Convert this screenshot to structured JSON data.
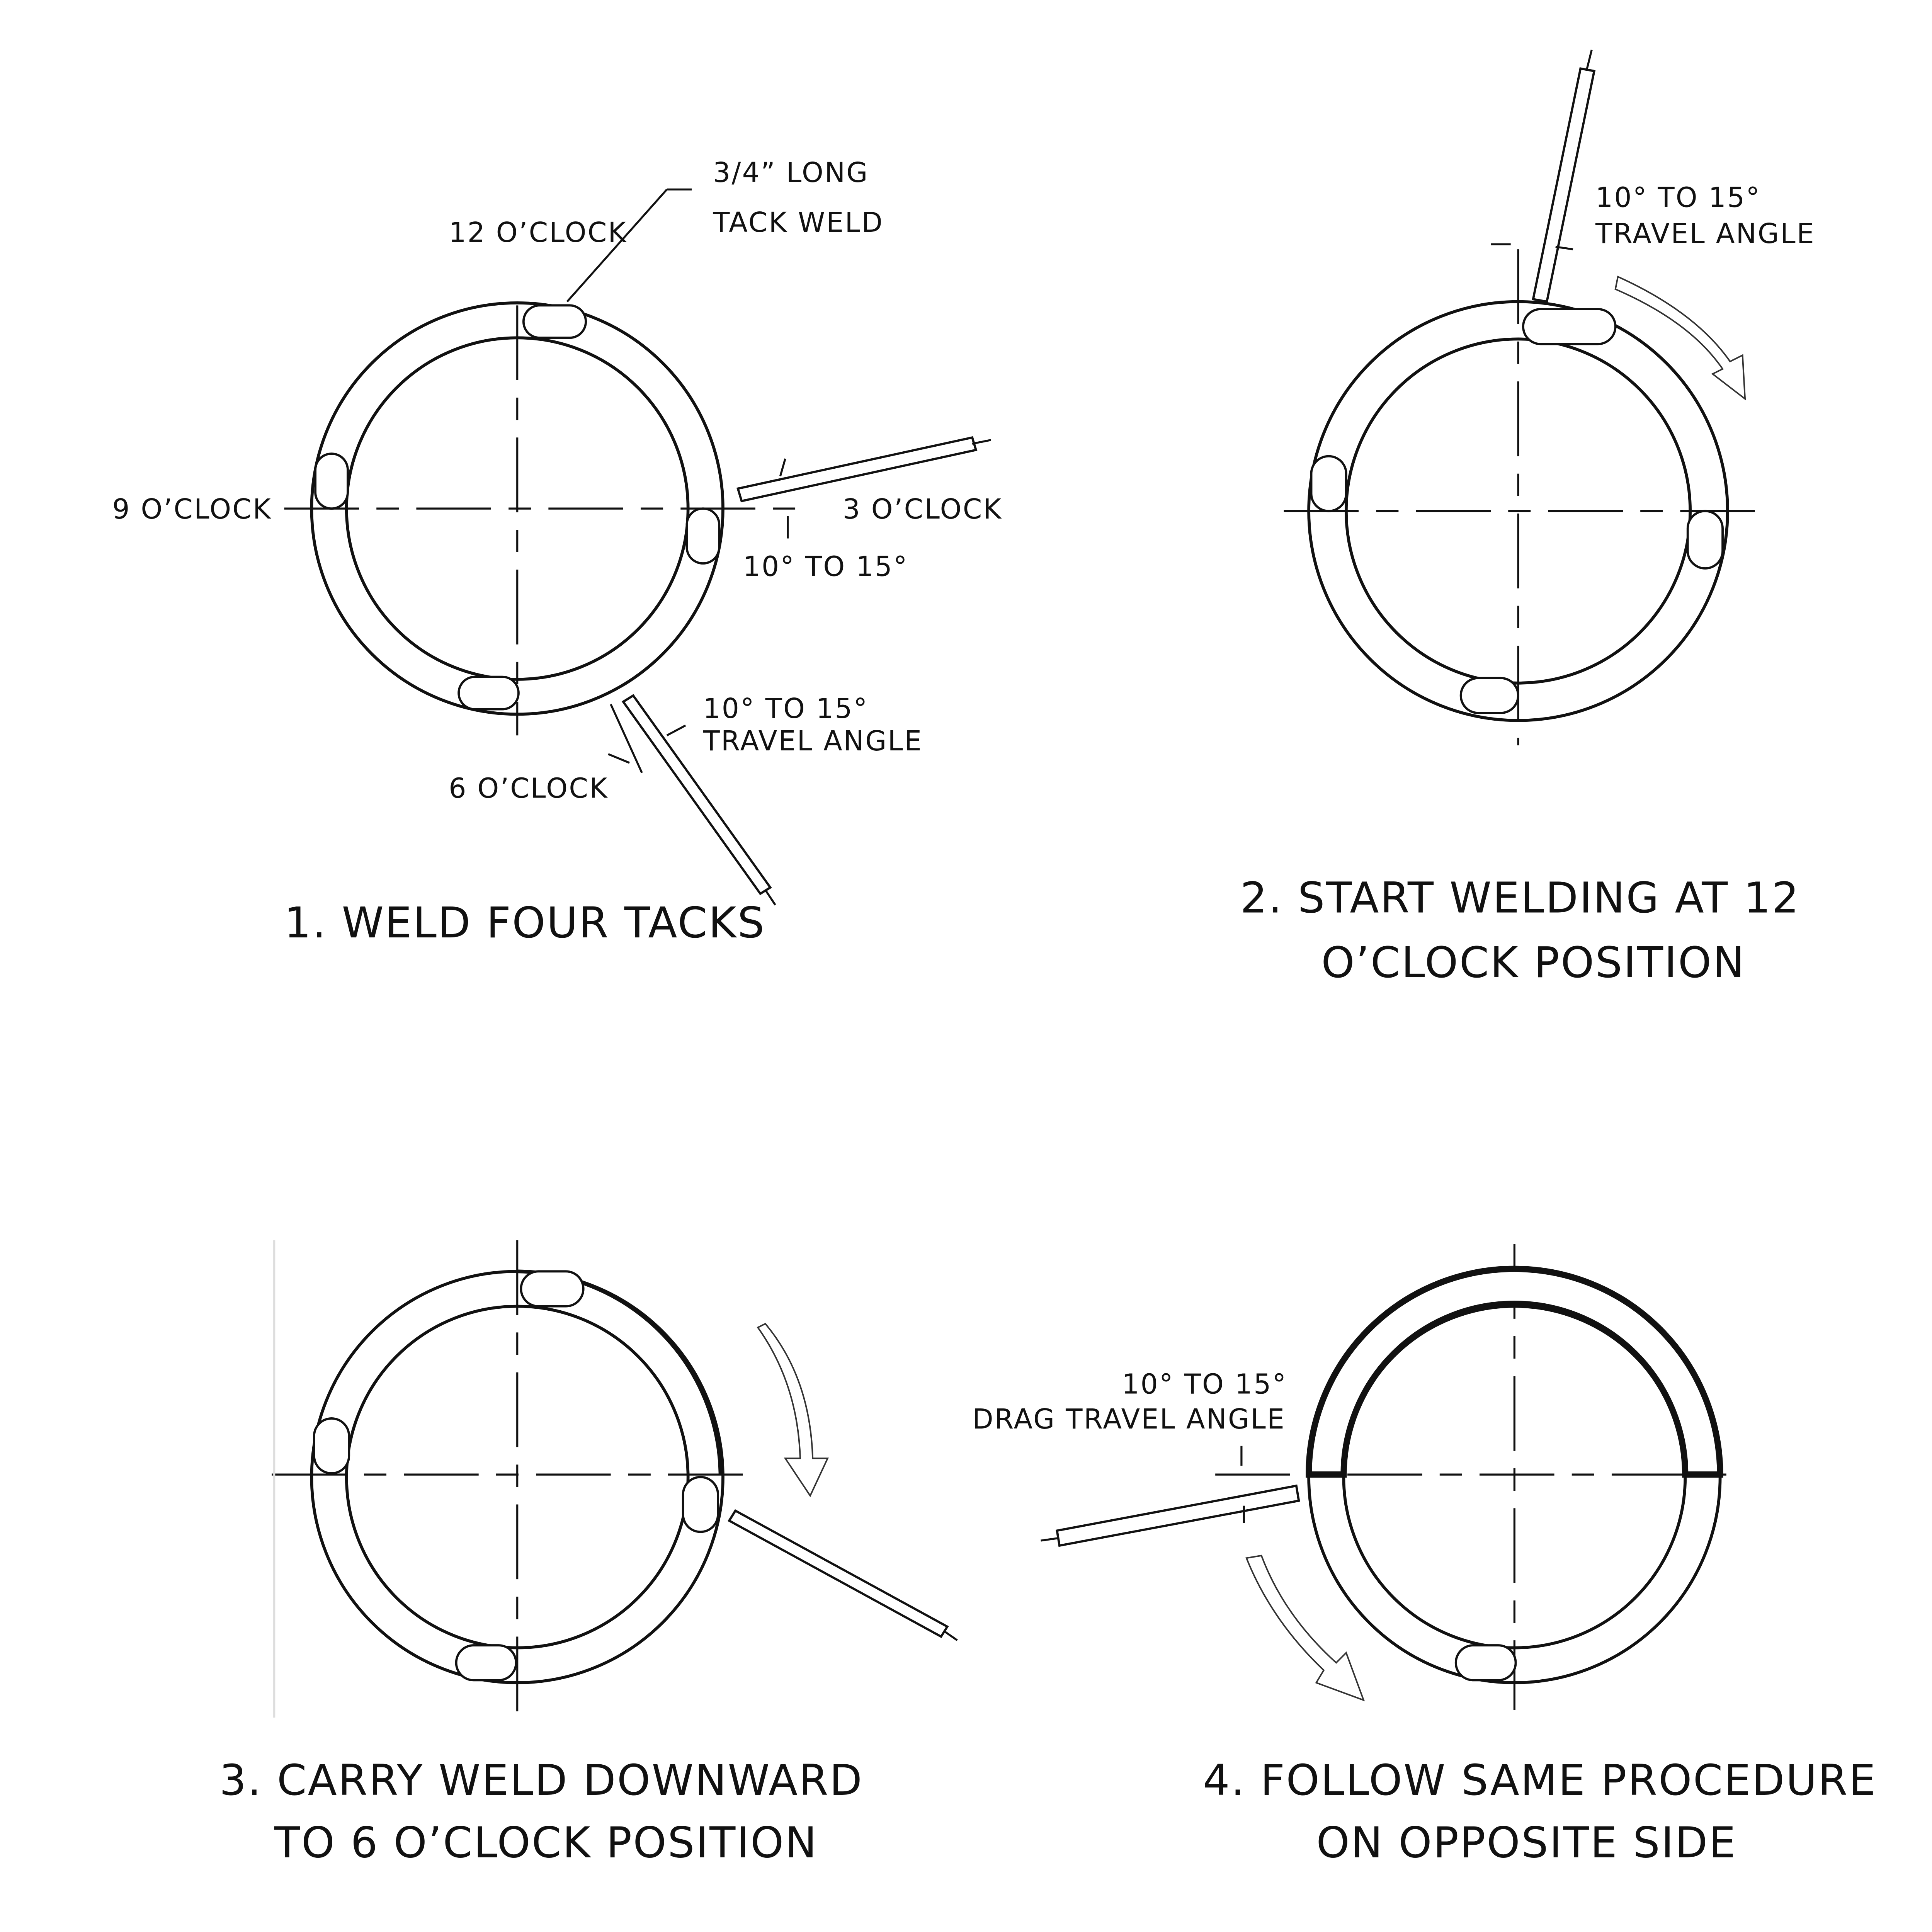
{
  "panel1": {
    "tack_label_1": "3/4” LONG",
    "tack_label_2": "TACK WELD",
    "clock12": "12 O’CLOCK",
    "clock9": "9 O’CLOCK",
    "clock3": "3 O’CLOCK",
    "clock6": "6 O’CLOCK",
    "angle_right": "10° TO 15°",
    "angle_bottom_1": "10° TO 15°",
    "angle_bottom_2": "TRAVEL ANGLE",
    "caption": "1. WELD FOUR TACKS"
  },
  "panel2": {
    "angle_1": "10° TO 15°",
    "angle_2": "TRAVEL ANGLE",
    "caption_1": "2. START WELDING AT 12",
    "caption_2": "O’CLOCK POSITION"
  },
  "panel3": {
    "caption_1": "3. CARRY WELD DOWNWARD",
    "caption_2": "TO 6 O’CLOCK POSITION"
  },
  "panel4": {
    "angle_1": "10° TO 15°",
    "angle_2": "DRAG TRAVEL ANGLE",
    "caption_1": "4. FOLLOW SAME PROCEDURE",
    "caption_2": "ON OPPOSITE SIDE"
  }
}
